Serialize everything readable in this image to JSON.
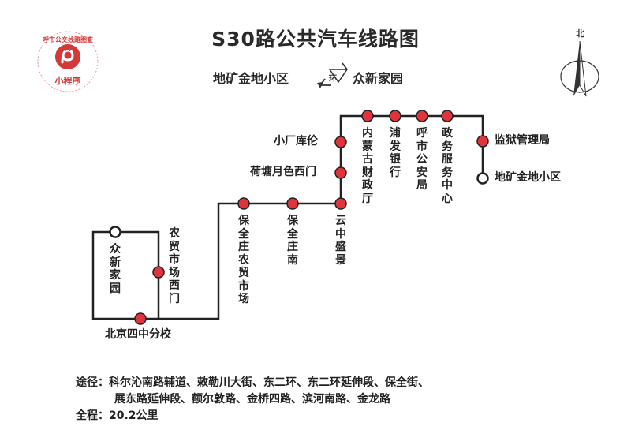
{
  "header": {
    "title": "S30路公共汽车线路图",
    "route_from": "地矿金地小区",
    "ring_label": "环",
    "route_to": "众新家园"
  },
  "logo": {
    "label": "小程序",
    "arc_text": "呼市公交线路图查询",
    "color": "#d23a3a"
  },
  "compass": {
    "label": "北"
  },
  "stops": [
    {
      "name": "地矿金地小区",
      "terminal": true
    },
    {
      "name": "监狱管理局"
    },
    {
      "name": "政务服务中心"
    },
    {
      "name": "呼市公安局"
    },
    {
      "name": "浦发银行"
    },
    {
      "name": "内蒙古财政厅"
    },
    {
      "name": "小厂库伦"
    },
    {
      "name": "荷塘月色西门"
    },
    {
      "name": "云中盛景"
    },
    {
      "name": "保全庄南"
    },
    {
      "name": "保全庄农贸市场"
    },
    {
      "name": "北京四中分校"
    },
    {
      "name": "农贸市场西门"
    },
    {
      "name": "众新家园",
      "terminal": true
    }
  ],
  "footer": {
    "via_label": "途径：",
    "via_line1": "科尔沁南路辅道、敕勒川大街、东二环、东二环延伸段、保全街、",
    "via_line2": "展东路延伸段、额尔敦路、金桥四路、滨河南路、金龙路",
    "length_label": "全程：",
    "length_value": "20.2公里"
  },
  "colors": {
    "route_line": "#222222",
    "stop_fill": "#e0343d",
    "terminal_fill": "#ffffff"
  }
}
